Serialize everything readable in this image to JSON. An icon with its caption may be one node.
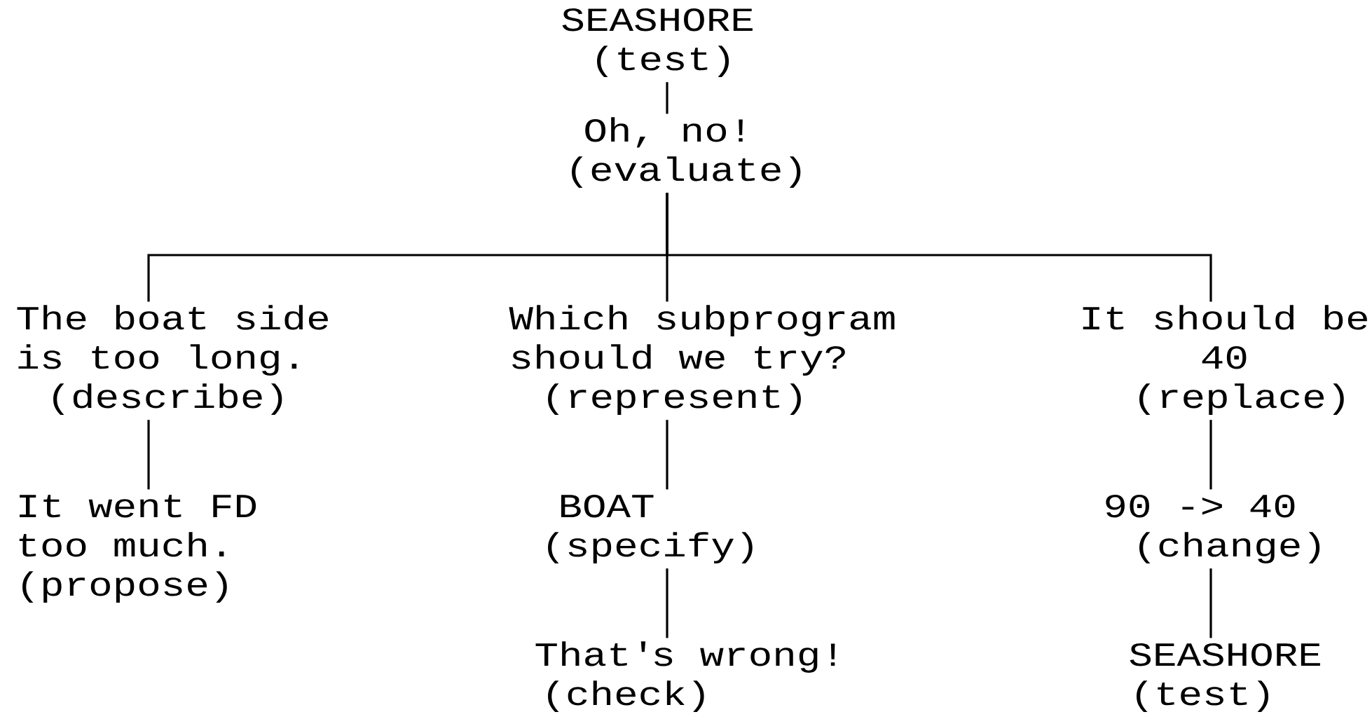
{
  "diagram": {
    "nodes": [
      {
        "text": [
          "SEASHORE",
          "(test)"
        ]
      },
      {
        "text": [
          "Oh, no!",
          "(evaluate)"
        ]
      },
      {
        "text": [
          "The boat side is too long.",
          "(describe)"
        ]
      },
      {
        "text": [
          "Which subprogram should we try?",
          "(represent)"
        ]
      },
      {
        "text": [
          "It should be 40",
          "(replace)"
        ]
      },
      {
        "text": [
          "It went FD too much.",
          "(propose)"
        ]
      },
      {
        "text": [
          "BOAT",
          "(specify)"
        ]
      },
      {
        "text": [
          "90 -> 40",
          "(change)"
        ]
      },
      {
        "text": [
          "That's wrong!",
          "(check)"
        ]
      },
      {
        "text": [
          "SEASHORE",
          "(test)"
        ]
      }
    ],
    "edges": [
      {
        "from": 0,
        "to": 1,
        "arrow": "none"
      },
      {
        "from": 1,
        "to": 2,
        "arrow": "none"
      },
      {
        "from": 1,
        "to": 3,
        "arrow": "none"
      },
      {
        "from": 1,
        "to": 4,
        "arrow": "none"
      },
      {
        "from": 2,
        "to": 5,
        "arrow": "none"
      },
      {
        "from": 3,
        "to": 6,
        "arrow": "none"
      },
      {
        "from": 6,
        "to": 8,
        "arrow": "none"
      },
      {
        "from": 4,
        "to": 7,
        "arrow": "none"
      },
      {
        "from": 7,
        "to": 9,
        "arrow": "none"
      }
    ]
  }
}
